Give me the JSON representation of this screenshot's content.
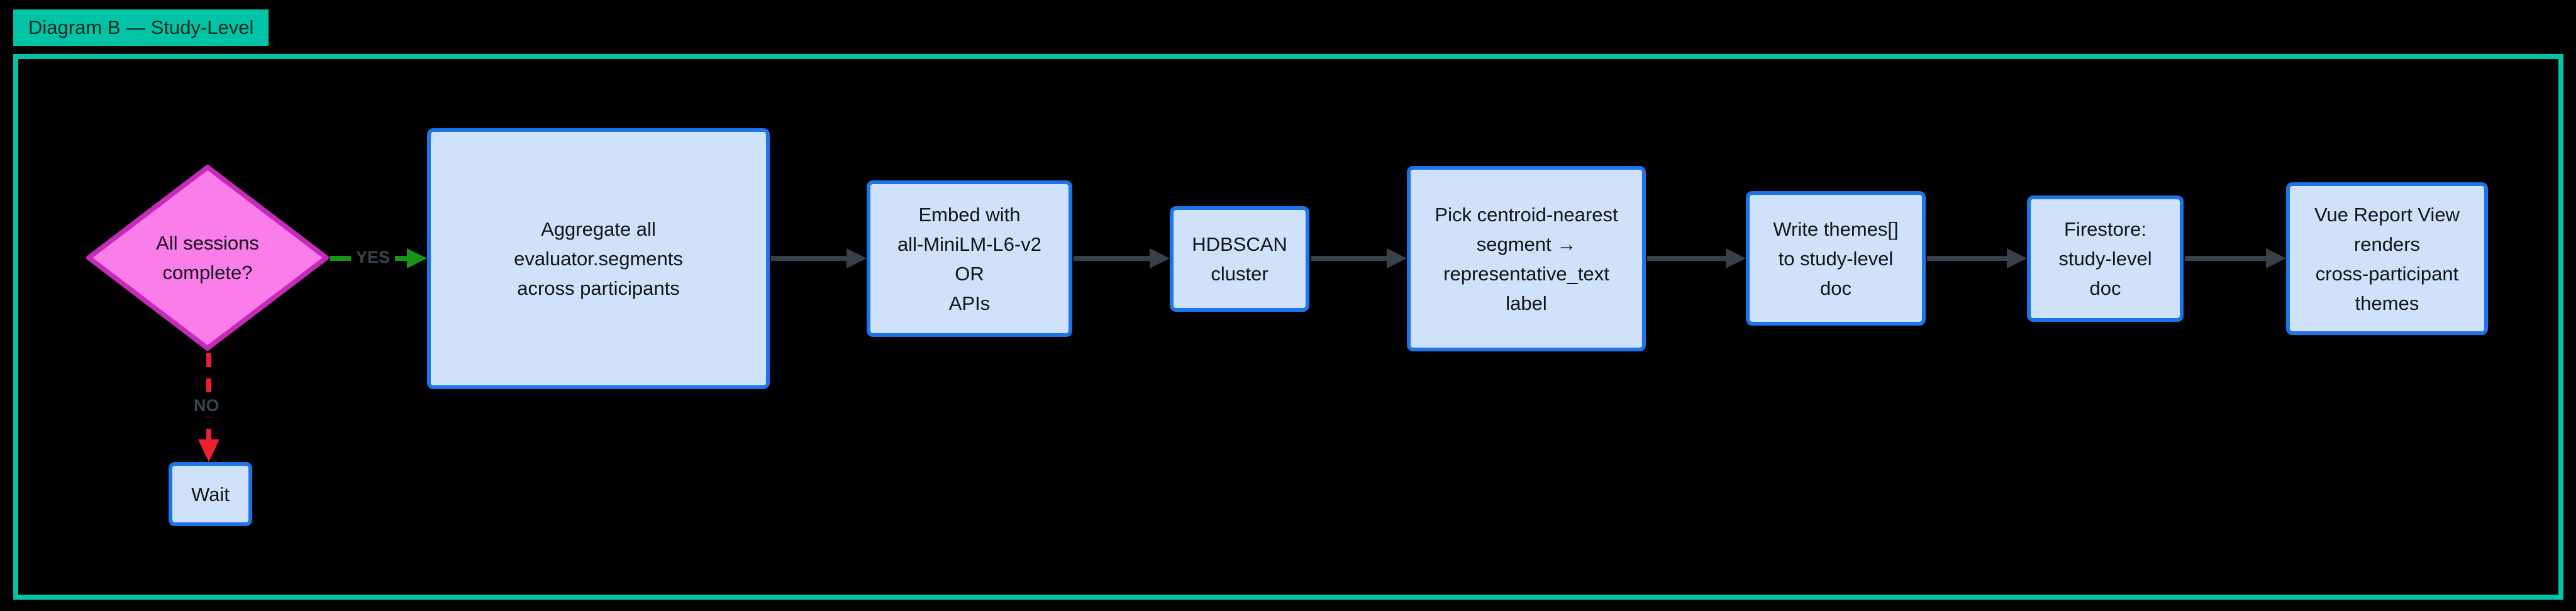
{
  "title_badge": "Diagram B — Study-Level",
  "colors": {
    "accent_teal": "#01c3a5",
    "node_fill": "#cfe1fb",
    "node_border": "#1c75e9",
    "decision_fill": "#fa7de9",
    "decision_border": "#c62ab8",
    "edge_gray": "#38404c",
    "yes_green": "#169616",
    "no_red": "#ee2030",
    "edge_label": "#3a4550",
    "text_dark": "#111418",
    "badge_text": "#06281f",
    "bg": "#000000"
  },
  "diagram": {
    "decision": {
      "label": "All sessions\ncomplete?"
    },
    "edges": {
      "yes_label": "YES",
      "no_label": "NO"
    },
    "wait": {
      "label": "Wait"
    },
    "nodes": [
      {
        "id": "aggregate",
        "label": "Aggregate all\nevaluator.segments\nacross participants"
      },
      {
        "id": "embed",
        "label": "Embed with\nall-MiniLM-L6-v2\nOR\nAPIs"
      },
      {
        "id": "hdbscan",
        "label": "HDBSCAN\ncluster"
      },
      {
        "id": "pick-centroid",
        "label": "Pick centroid-nearest\nsegment →\nrepresentative_text\nlabel"
      },
      {
        "id": "write-themes",
        "label": "Write themes[]\nto study-level\ndoc"
      },
      {
        "id": "firestore",
        "label": "Firestore:\nstudy-level\ndoc"
      },
      {
        "id": "vue-report",
        "label": "Vue Report View\nrenders\ncross-participant\nthemes"
      }
    ]
  }
}
